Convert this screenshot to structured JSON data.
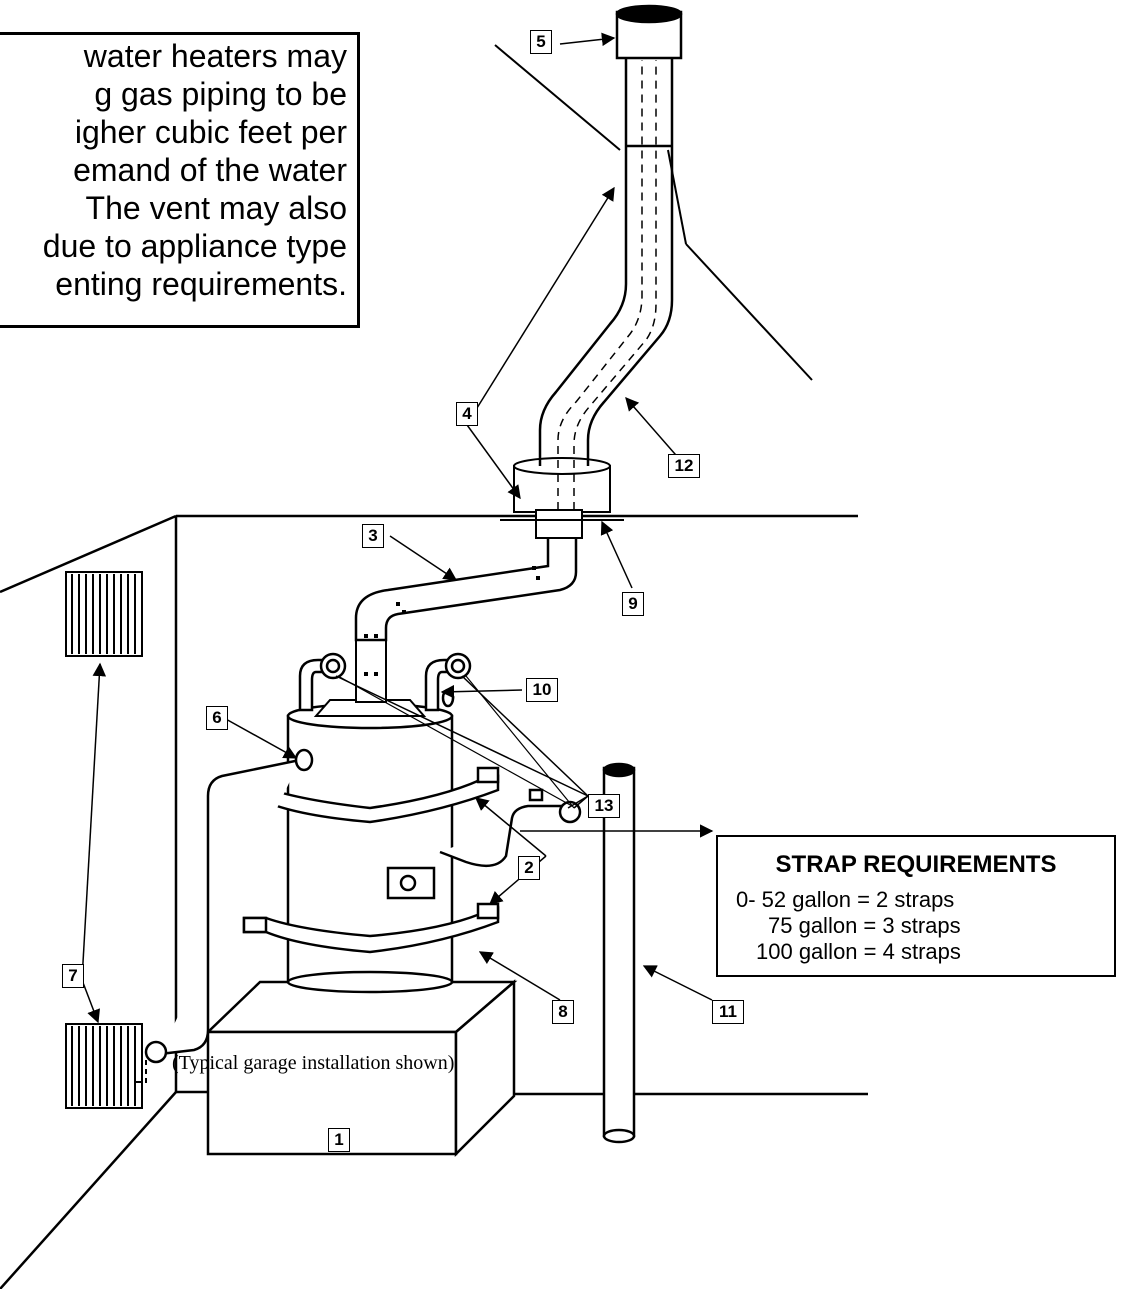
{
  "note": {
    "lines": [
      "water heaters may",
      "g gas piping to be",
      "igher cubic feet per",
      "emand of the water",
      "  The vent may also",
      "due to appliance type",
      "enting requirements."
    ]
  },
  "strap_requirements": {
    "title": "STRAP REQUIREMENTS",
    "lines": [
      "0- 52 gallon = 2 straps",
      "75 gallon = 3 straps",
      "100 gallon = 4 straps"
    ]
  },
  "callouts": {
    "c1": "1",
    "c2": "2",
    "c3": "3",
    "c4": "4",
    "c5": "5",
    "c6": "6",
    "c7": "7",
    "c8": "8",
    "c9": "9",
    "c10": "10",
    "c11": "11",
    "c12": "12",
    "c13": "13"
  },
  "caption": "(Typical garage installation shown)"
}
